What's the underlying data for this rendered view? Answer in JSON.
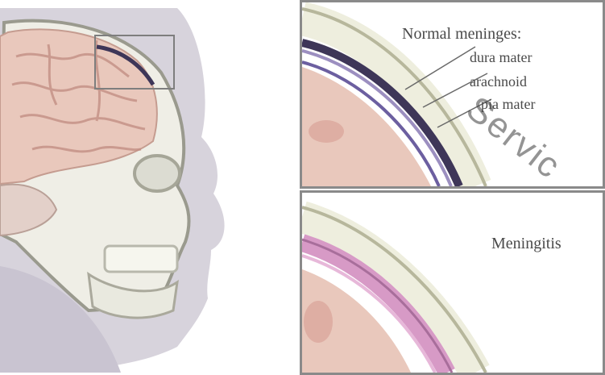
{
  "panels": {
    "top_right": {
      "title": "Normal meninges:",
      "layers": [
        "dura mater",
        "arachnoid",
        "pia mater"
      ]
    },
    "bottom_right": {
      "title": "Meningitis"
    }
  },
  "watermark": "Servic",
  "colors": {
    "frame": "#8a8a8a",
    "skin": "#d7d3dc",
    "brain": "#e9c8bc",
    "bone": "#eeeede",
    "dura": "#3e3658",
    "inflamed": "#d79ac6"
  }
}
